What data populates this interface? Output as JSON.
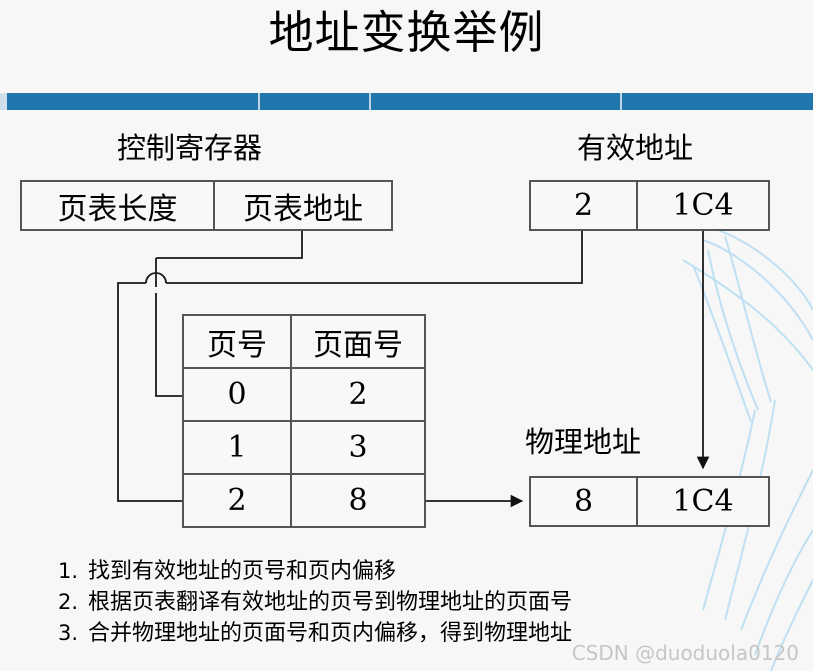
{
  "slide": {
    "title": "地址变换举例",
    "background_color": "#f7f7f7",
    "accent_color": "#2176ae",
    "line_color": "#555555"
  },
  "control_register": {
    "label": "控制寄存器",
    "cells": [
      {
        "text": "页表长度"
      },
      {
        "text": "页表地址"
      }
    ]
  },
  "effective_address": {
    "label": "有效地址",
    "cells": [
      {
        "text": "2"
      },
      {
        "text": "1C4"
      }
    ]
  },
  "page_table": {
    "headers": [
      "页号",
      "页面号"
    ],
    "rows": [
      [
        "0",
        "2"
      ],
      [
        "1",
        "3"
      ],
      [
        "2",
        "8"
      ]
    ]
  },
  "physical_address": {
    "label": "物理地址",
    "cells": [
      {
        "text": "8"
      },
      {
        "text": "1C4"
      }
    ]
  },
  "steps": [
    {
      "num": "1.",
      "text": "找到有效地址的页号和页内偏移"
    },
    {
      "num": "2.",
      "text": "根据页表翻译有效地址的页号到物理地址的页面号"
    },
    {
      "num": "3.",
      "text": "合并物理地址的页面号和页内偏移，得到物理地址"
    }
  ],
  "watermark": "CSDN @duoduola0120"
}
